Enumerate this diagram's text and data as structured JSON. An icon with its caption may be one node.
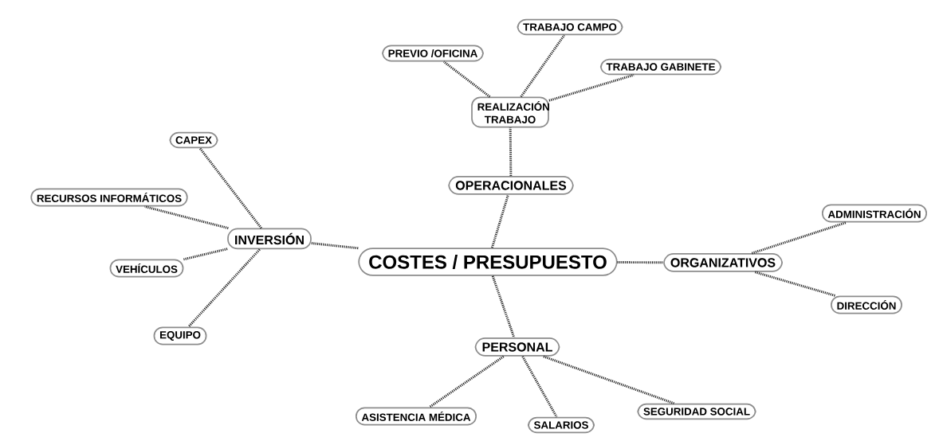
{
  "diagram": {
    "nodes": [
      {
        "text": [
          "COSTES / PRESUPUESTO"
        ]
      },
      {
        "text": [
          "OPERACIONALES"
        ]
      },
      {
        "text": [
          "REALIZACIÓN TRABAJO"
        ]
      },
      {
        "text": [
          "PREVIO /OFICINA"
        ]
      },
      {
        "text": [
          "TRABAJO CAMPO"
        ]
      },
      {
        "text": [
          "TRABAJO GABINETE"
        ]
      },
      {
        "text": [
          "INVERSIÓN"
        ]
      },
      {
        "text": [
          "CAPEX"
        ]
      },
      {
        "text": [
          "RECURSOS INFORMÁTICOS"
        ]
      },
      {
        "text": [
          "VEHÍCULOS"
        ]
      },
      {
        "text": [
          "EQUIPO"
        ]
      },
      {
        "text": [
          "ORGANIZATIVOS"
        ]
      },
      {
        "text": [
          "ADMINISTRACIÓN"
        ]
      },
      {
        "text": [
          "DIRECCIÓN"
        ]
      },
      {
        "text": [
          "PERSONAL"
        ]
      },
      {
        "text": [
          "ASISTENCIA MÉDICA"
        ]
      },
      {
        "text": [
          "SALARIOS"
        ]
      },
      {
        "text": [
          "SEGURIDAD SOCIAL"
        ]
      }
    ],
    "edges": [
      {
        "from": 0,
        "to": 1,
        "arrow": "none"
      },
      {
        "from": 1,
        "to": 2,
        "arrow": "none"
      },
      {
        "from": 2,
        "to": 3,
        "arrow": "none"
      },
      {
        "from": 2,
        "to": 4,
        "arrow": "none"
      },
      {
        "from": 2,
        "to": 5,
        "arrow": "none"
      },
      {
        "from": 0,
        "to": 6,
        "arrow": "none"
      },
      {
        "from": 6,
        "to": 7,
        "arrow": "none"
      },
      {
        "from": 6,
        "to": 8,
        "arrow": "none"
      },
      {
        "from": 6,
        "to": 9,
        "arrow": "none"
      },
      {
        "from": 6,
        "to": 10,
        "arrow": "none"
      },
      {
        "from": 0,
        "to": 11,
        "arrow": "none"
      },
      {
        "from": 11,
        "to": 12,
        "arrow": "none"
      },
      {
        "from": 11,
        "to": 13,
        "arrow": "none"
      },
      {
        "from": 0,
        "to": 14,
        "arrow": "none"
      },
      {
        "from": 14,
        "to": 15,
        "arrow": "none"
      },
      {
        "from": 14,
        "to": 16,
        "arrow": "none"
      },
      {
        "from": 14,
        "to": 17,
        "arrow": "none"
      }
    ]
  }
}
